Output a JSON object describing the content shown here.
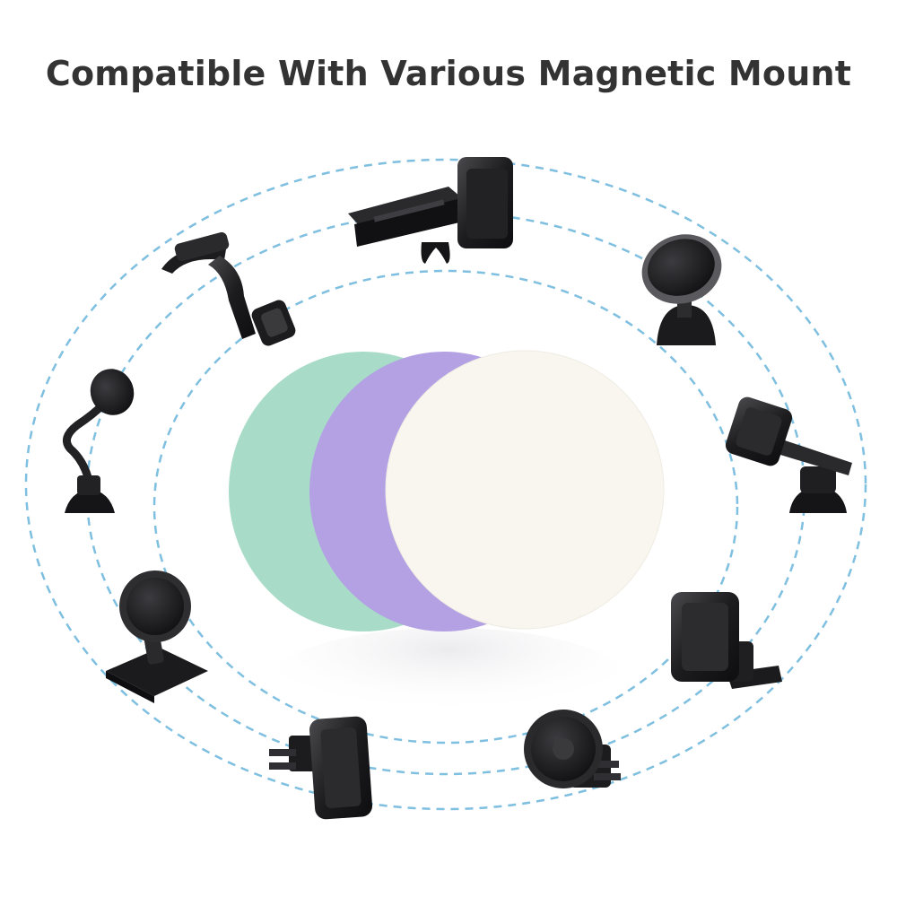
{
  "title": "Compatible With Various Magnetic Mount",
  "colors": {
    "dashed_ring": "#7fbfe0",
    "plate_green": "#a8dcc8",
    "plate_purple": "#b3a1e4",
    "plate_white": "#f8f6ef",
    "mount_dark": "#1c1c1e",
    "mount_mid": "#3a3a3d"
  },
  "plates": [
    "green-plate",
    "purple-plate",
    "white-plate"
  ],
  "mounts": [
    {
      "name": "cd-slot-mount",
      "icon": "cd-slot-mount-icon"
    },
    {
      "name": "dashboard-clip-mount",
      "icon": "dashboard-clip-mount-icon"
    },
    {
      "name": "dome-stick-mount",
      "icon": "dome-stick-mount-icon"
    },
    {
      "name": "gooseneck-mount",
      "icon": "gooseneck-mount-icon"
    },
    {
      "name": "suction-arm-mount",
      "icon": "suction-arm-mount-icon"
    },
    {
      "name": "adhesive-base-mount",
      "icon": "adhesive-base-mount-icon"
    },
    {
      "name": "square-clip-mount",
      "icon": "square-clip-mount-icon"
    },
    {
      "name": "square-vent-mount",
      "icon": "square-vent-mount-icon"
    },
    {
      "name": "round-vent-mount",
      "icon": "round-vent-mount-icon"
    }
  ]
}
